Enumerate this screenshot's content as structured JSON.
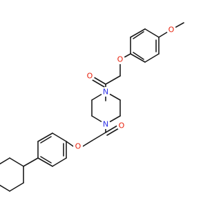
{
  "molecule": {
    "atom_labels": {
      "ether_o_top": "O",
      "methoxy_o": "O",
      "carbonyl_o_top": "O",
      "piperazine_n_top": "N",
      "piperazine_n_bottom": "N",
      "carbonyl_o_bottom": "O",
      "ether_o_bottom": "O"
    },
    "colors": {
      "bond": "#1a1a1a",
      "oxygen": "#e8210c",
      "nitrogen": "#2a2ee6"
    }
  }
}
